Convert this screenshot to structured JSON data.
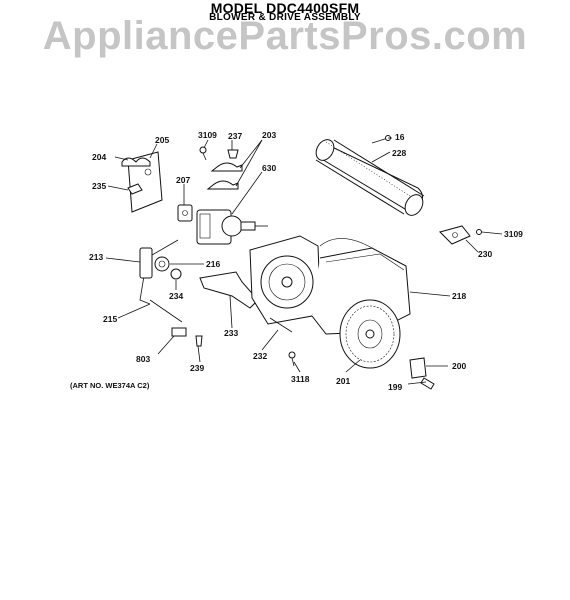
{
  "header": {
    "model": "MODEL DDC4400SFM",
    "subtitle": "BLOWER & DRIVE ASSEMBLY"
  },
  "watermark": "AppliancePartsPros.com",
  "art_number": "(ART NO. WE374A C2)",
  "callouts": {
    "p16": "16",
    "p199": "199",
    "p200": "200",
    "p201": "201",
    "p203": "203",
    "p204": "204",
    "p205": "205",
    "p207": "207",
    "p213": "213",
    "p215": "215",
    "p216": "216",
    "p218": "218",
    "p228": "228",
    "p230": "230",
    "p232": "232",
    "p233": "233",
    "p234": "234",
    "p235": "235",
    "p237": "237",
    "p239": "239",
    "p630": "630",
    "p803": "803",
    "p3109a": "3109",
    "p3109b": "3109",
    "p3118": "3118"
  }
}
